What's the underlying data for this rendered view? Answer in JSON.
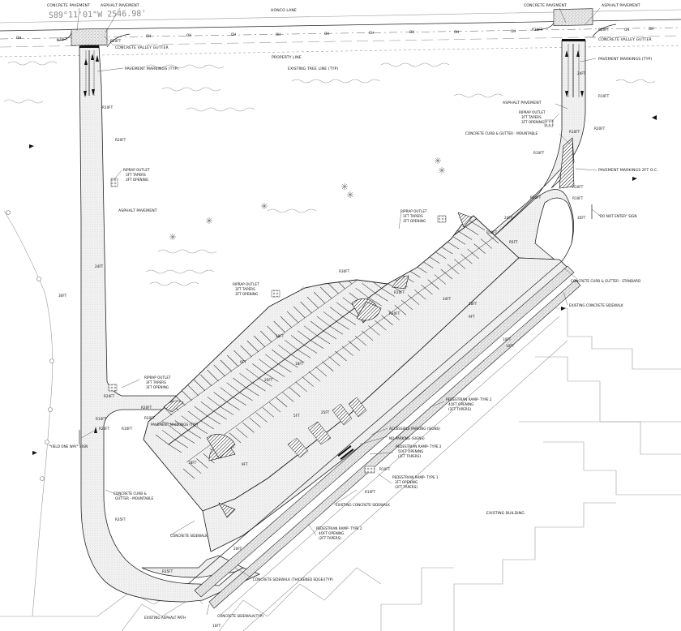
{
  "title_bearing": "S89°11'01\"W 2546.98'",
  "top": {
    "road_name": "HONCO LANE",
    "concrete_pavement": "CONCRETE PAVEMENT",
    "asphalt_pavement": "ASPHALT PAVEMENT",
    "concrete_pavement_r": "CONCRETE PAVEMENT",
    "asphalt_pavement_r": "ASPHALT PAVEMENT",
    "property_line": "PROPERTY LINE",
    "tree_line": "EXISTING TREE LINE (TYP)",
    "oh": "OH"
  },
  "left_drive": {
    "valley_gutter": "CONCRETE VALLEY GUTTER",
    "pavement_markings": "PAVEMENT MARKINGS (TYP)",
    "r20": "R20FT",
    "r10": "R10FT",
    "r20b": "R20FT",
    "riprap": [
      "RIPRAP OUTLET",
      "3FT TAPERS",
      "3FT OPENING"
    ],
    "asphalt": "ASPHALT PAVEMENT",
    "w24": "24FT",
    "w30": "30FT",
    "riprap2": [
      "RIPRAP OUTLET",
      "3FT TAPERS",
      "3FT OPENING"
    ],
    "r20c": "R20FT",
    "r20d": "R20FT",
    "r10b": "R10FT",
    "yield_sign": "\"YIELD ONE WAY\" SIGN",
    "curb_mountable": [
      "CONCRETE CURB &",
      "GUTTER - MOUNTABLE"
    ],
    "r35": "R35FT",
    "sidewalk": "CONCRETE SIDEWALK",
    "r35b": "R35FT",
    "r20e": "R20FT"
  },
  "right_drive": {
    "valley_gutter": "CONCRETE VALLEY GUTTER",
    "pavement_markings": "PAVEMENT MARKINGS (TYP)",
    "r20": "R20FT",
    "r10": "R10FT",
    "asphalt": "ASPHALT PAVEMENT",
    "riprap": [
      "RIPRAP OUTLET",
      "3FT TAPERS",
      "3FT OPENING"
    ],
    "curb_mountable": "CONCRETE CURB & GUTTER - MOUNTABLE",
    "r20b": "R20FT",
    "r10b": "R10FT",
    "markings": "PAVEMENT MARKINGS 2FT O.C.",
    "r20c": "R20FT",
    "r10c": "R10FT",
    "dne": "\"DO NOT ENTER\" SIGN",
    "w24": "24FT",
    "w35": "35FT"
  },
  "lot": {
    "riprap_a": [
      "RIPRAP OUTLET",
      "3FT TAPERS",
      "3FT OPENING"
    ],
    "riprap_b": [
      "RIPRAP OUTLET",
      "3FT TAPERS",
      "3FT OPENING"
    ],
    "r30": "R30FT",
    "r10": "R10FT",
    "r5": "R5FT",
    "w24": "24FT",
    "w18": "18FT",
    "w9": "9FT",
    "curb_standard": "CONCRETE CURB & GUTTER - STANDARD",
    "ex_sidewalk": "EXISTING CONCRETE SIDEWALK",
    "pavement_markings": "PAVEMENT MARKINGS (TYP)",
    "r20": "R20FT",
    "r10b": "R10FT",
    "ramp2a": [
      "PEDESTRIAN RAMP- TYPE 2",
      "4OFT OPENING",
      "(2FT TAPERS)"
    ],
    "accessible": "ACCESSIBLE PARKING (SIGNS)",
    "no_parking": "NO PARKING (SIGNS)",
    "ramp2b": [
      "PEDESTRIAN RAMP- TYPE 2",
      "5OFT OPENING",
      "(2FT TAPERS)"
    ],
    "r10c": "R10FT",
    "ramp1": [
      "PEDESTRIAN RAMP- TYPE 1",
      "3FT OPENING",
      "(2FT TAPERS)"
    ],
    "r10d": "R10FT",
    "ex_sidewalk2": "EXISTING CONCRETE SIDEWALK",
    "existing_building": "EXISTING BUILDING",
    "ramp2c": [
      "PEDESTRIAN RAMP- TYPE 2",
      "4OFT OPENING",
      "(2FT TAPERS)"
    ],
    "sidewalk_thickened": "CONCRETE SIDEWALK (THICKENED EDGE)(TYP)",
    "existing_asphalt_path": "EXISTING ASPHALT PATH",
    "sidewalk_typ": "CONCRETE SIDEWALK(TYP)",
    "w10": "10FT",
    "w20": "20FT",
    "w5": "5FT",
    "w25": "25FT"
  }
}
